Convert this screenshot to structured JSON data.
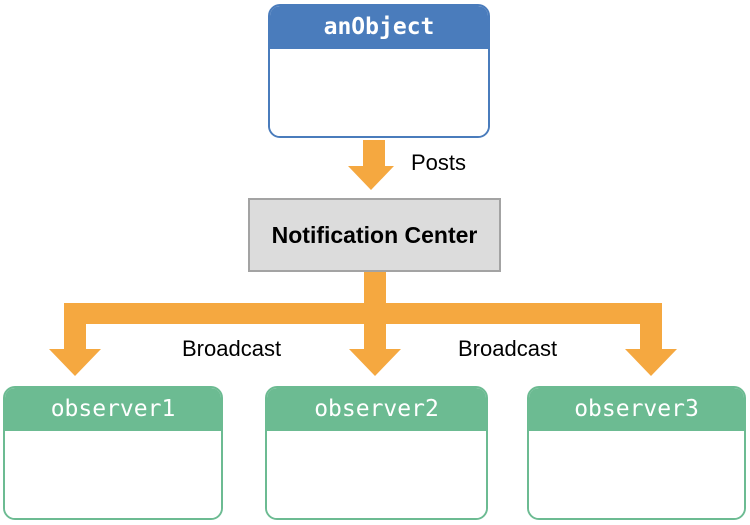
{
  "nodes": {
    "source": {
      "label": "anObject"
    },
    "center": {
      "label": "Notification Center"
    },
    "observers": [
      {
        "label": "observer1"
      },
      {
        "label": "observer2"
      },
      {
        "label": "observer3"
      }
    ]
  },
  "edges": {
    "posts_label": "Posts",
    "broadcast_left_label": "Broadcast",
    "broadcast_right_label": "Broadcast"
  },
  "colors": {
    "canvas_bg": "#ffffff",
    "source_header": "#4a7cbc",
    "source_border": "#4a7cbc",
    "observer_header": "#6cbb92",
    "observer_border": "#6cbb92",
    "center_fill": "#dcdcdc",
    "center_border": "#a3a3a3",
    "arrow": "#f5a840",
    "node_text": "#ffffff",
    "label_text": "#000000"
  }
}
